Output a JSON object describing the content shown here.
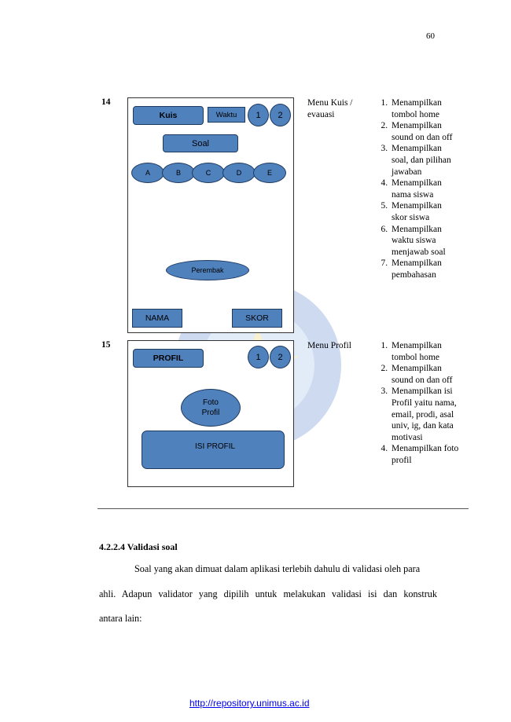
{
  "page_number": "60",
  "rows": [
    {
      "number": "14",
      "mockup": {
        "title_button": "Kuis",
        "timer": "Waktu",
        "circle_1": "1",
        "circle_2": "2",
        "question": "Soal",
        "options": [
          "A",
          "B",
          "C",
          "D",
          "E"
        ],
        "discussion": "Perembak",
        "name": "NAMA",
        "score": "SKOR"
      },
      "menu_name": "Menu Kuis /",
      "menu_name_2": "evauasi",
      "features": [
        [
          "Menampilkan",
          "tombol home"
        ],
        [
          "Menampilkan",
          "sound on dan off"
        ],
        [
          "Menampilkan",
          "soal, dan pilihan",
          "jawaban"
        ],
        [
          "Menampilkan",
          "nama siswa"
        ],
        [
          "Menampilkan",
          "skor siswa"
        ],
        [
          "Menampilkan",
          "waktu siswa",
          "menjawab soal"
        ],
        [
          "Menampilkan",
          "pembahasan"
        ]
      ]
    },
    {
      "number": "15",
      "mockup": {
        "title_button": "PROFIL",
        "circle_1": "1",
        "circle_2": "2",
        "photo_line1": "Foto",
        "photo_line2": "Profil",
        "content": "ISI PROFIL"
      },
      "menu_name": "Menu Profil",
      "features": [
        [
          "Menampilkan",
          "tombol home"
        ],
        [
          "Menampilkan",
          "sound on dan off"
        ],
        [
          "Menampilkan isi",
          "Profil yaitu nama,",
          "email, prodi, asal",
          "univ, ig, dan kata",
          "motivasi"
        ],
        [
          "Menampilkan foto",
          "profil"
        ]
      ]
    }
  ],
  "section": {
    "heading": "4.2.2.4  Validasi soal",
    "line1": "Soal yang akan dimuat dalam aplikasi terlebih dahulu di validasi oleh para",
    "line2": "ahli. Adapun validator yang dipilih untuk melakukan validasi isi dan konstruk",
    "line3": "antara lain:"
  },
  "footer_link": "http://repository.unimus.ac.id",
  "colors": {
    "button_fill": "#4f81bd",
    "button_border": "#1f3a60",
    "link": "#0000ee"
  }
}
